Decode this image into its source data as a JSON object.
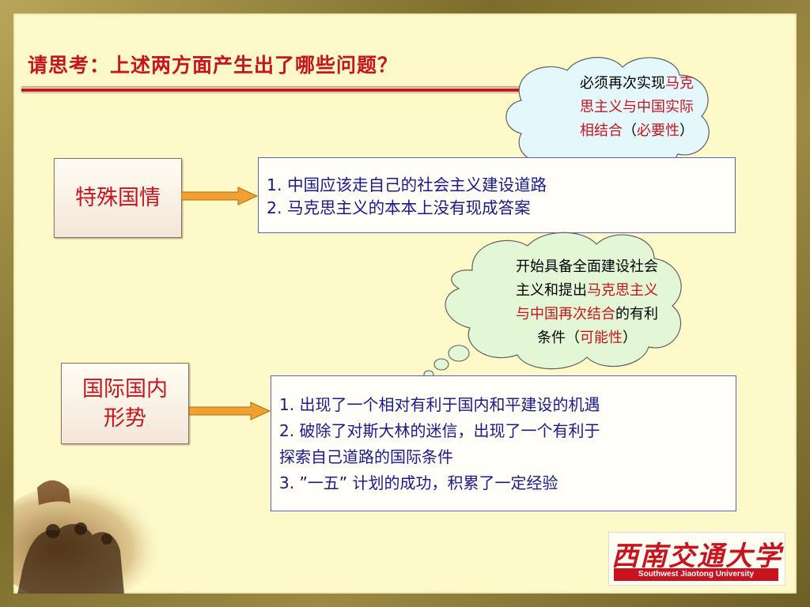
{
  "title": "请思考：上述两方面产生出了哪些问题？",
  "left_labels": {
    "box1": "特殊国情",
    "box2_line1": "国际国内",
    "box2_line2": "形势"
  },
  "box1_lines": [
    "1. 中国应该走自己的社会主义建设道路",
    "2. 马克思主义的本本上没有现成答案"
  ],
  "box2_lines": [
    "1. 出现了一个相对有利于国内和平建设的机遇",
    "2. 破除了对斯大林的迷信，出现了一个有利于",
    "探索自己道路的国际条件",
    "3. ”一五”  计划的成功，积累了一定经验"
  ],
  "cloud1": {
    "l1_black": "必须再次实现",
    "l1_red": "马克",
    "l2_red": "思主义与中国实际",
    "l3_red_a": "相结合",
    "l3_black_a": "（",
    "l3_red_b": "必要性",
    "l3_black_b": "）"
  },
  "cloud2": {
    "l1_black": "开始具备全面建设社会",
    "l2_black": "主义和提出",
    "l2_red": "马克思主义",
    "l3_red": "与中国再次结合",
    "l3_black": "的有利",
    "l4_black_a": "条件（",
    "l4_red": "可能性",
    "l4_black_b": "）"
  },
  "logo": {
    "cn": "西南交通大学",
    "en": "Southwest Jiaotong University"
  },
  "colors": {
    "title_red": "#c8141e",
    "content_blue": "#1a1a8c",
    "cloud1_fill": "#e4f7fb",
    "cloud2_fill": "#e3f7d6",
    "arrow_orange": "#f0a030"
  }
}
